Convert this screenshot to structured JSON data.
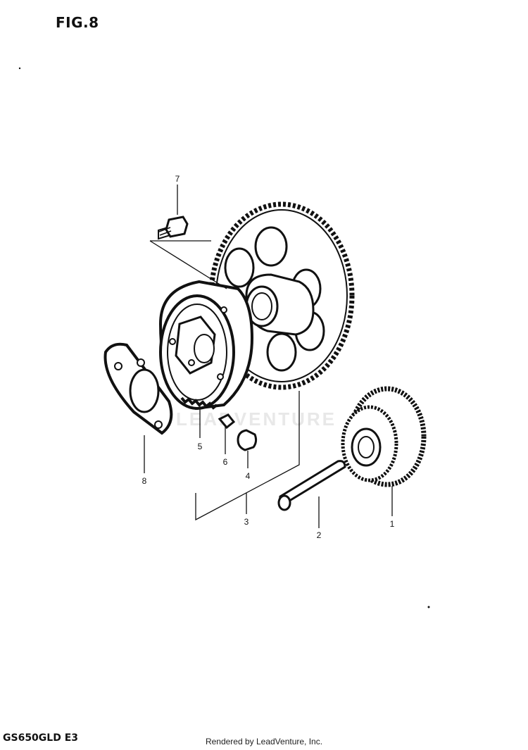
{
  "figure": {
    "title": "FIG.8"
  },
  "model_code": "GS650GLD  E3",
  "footer": "Rendered by LeadVenture, Inc.",
  "watermark": "LEADVENTURE",
  "callouts": [
    {
      "id": "1",
      "label": "1"
    },
    {
      "id": "2",
      "label": "2"
    },
    {
      "id": "3",
      "label": "3"
    },
    {
      "id": "4",
      "label": "4"
    },
    {
      "id": "5",
      "label": "5"
    },
    {
      "id": "6",
      "label": "6"
    },
    {
      "id": "7",
      "label": "7"
    },
    {
      "id": "8",
      "label": "8"
    }
  ],
  "colors": {
    "ink": "#111111",
    "background": "#ffffff",
    "watermark": "#e8e8e8"
  }
}
